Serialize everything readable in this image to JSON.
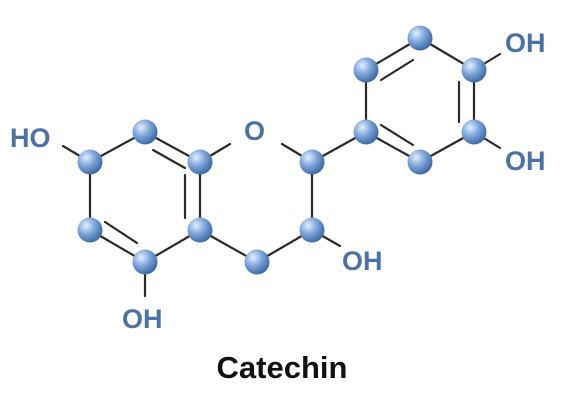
{
  "title": "Catechin",
  "labels": {
    "ho_left": "HO",
    "oh_bottom": "OH",
    "ring_oxygen": "O",
    "oh_middle": "OH",
    "oh_top_right": "OH",
    "oh_right": "OH"
  },
  "colors": {
    "atom": "#6f9bd6",
    "atom_highlight": "#d9e8fa",
    "atom_shadow": "#2f5d9a",
    "label": "#4a72a8",
    "bond": "#2a2a2a",
    "title": "#111111"
  }
}
